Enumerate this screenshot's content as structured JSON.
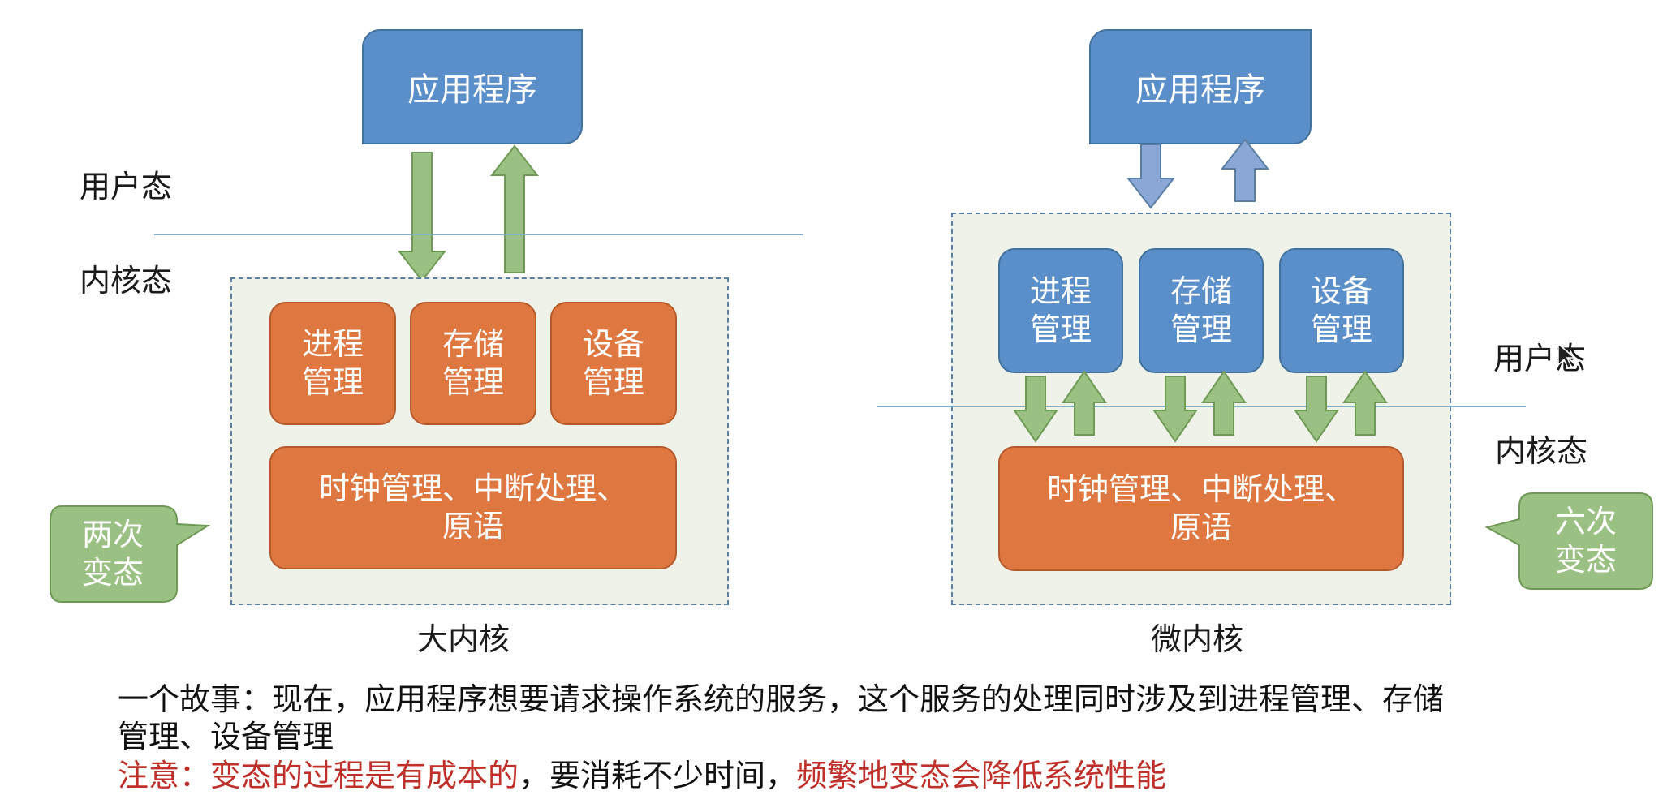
{
  "left": {
    "app": "应用程序",
    "user_mode": "用户态",
    "kernel_mode": "内核态",
    "modules": [
      "进程\n管理",
      "存储\n管理",
      "设备\n管理"
    ],
    "core": "时钟管理、中断处理、\n原语",
    "callout": "两次\n变态",
    "caption": "大内核"
  },
  "right": {
    "app": "应用程序",
    "user_mode": "用户态",
    "kernel_mode": "内核态",
    "modules": [
      "进程\n管理",
      "存储\n管理",
      "设备\n管理"
    ],
    "core": "时钟管理、中断处理、\n原语",
    "callout": "六次\n变态",
    "caption": "微内核"
  },
  "story": {
    "line1": "一个故事：现在，应用程序想要请求操作系统的服务，这个服务的处理同时涉及到进程管理、存储",
    "line2": "管理、设备管理",
    "note_red1": "注意：变态的过程是有成本的",
    "note_black": "，要消耗不少时间，",
    "note_red2": "频繁地变态会降低系统性能"
  },
  "colors": {
    "blue": "#5b8fc9",
    "orange": "#de7740",
    "green": "#9bc083",
    "note_red": "#c0302a"
  }
}
